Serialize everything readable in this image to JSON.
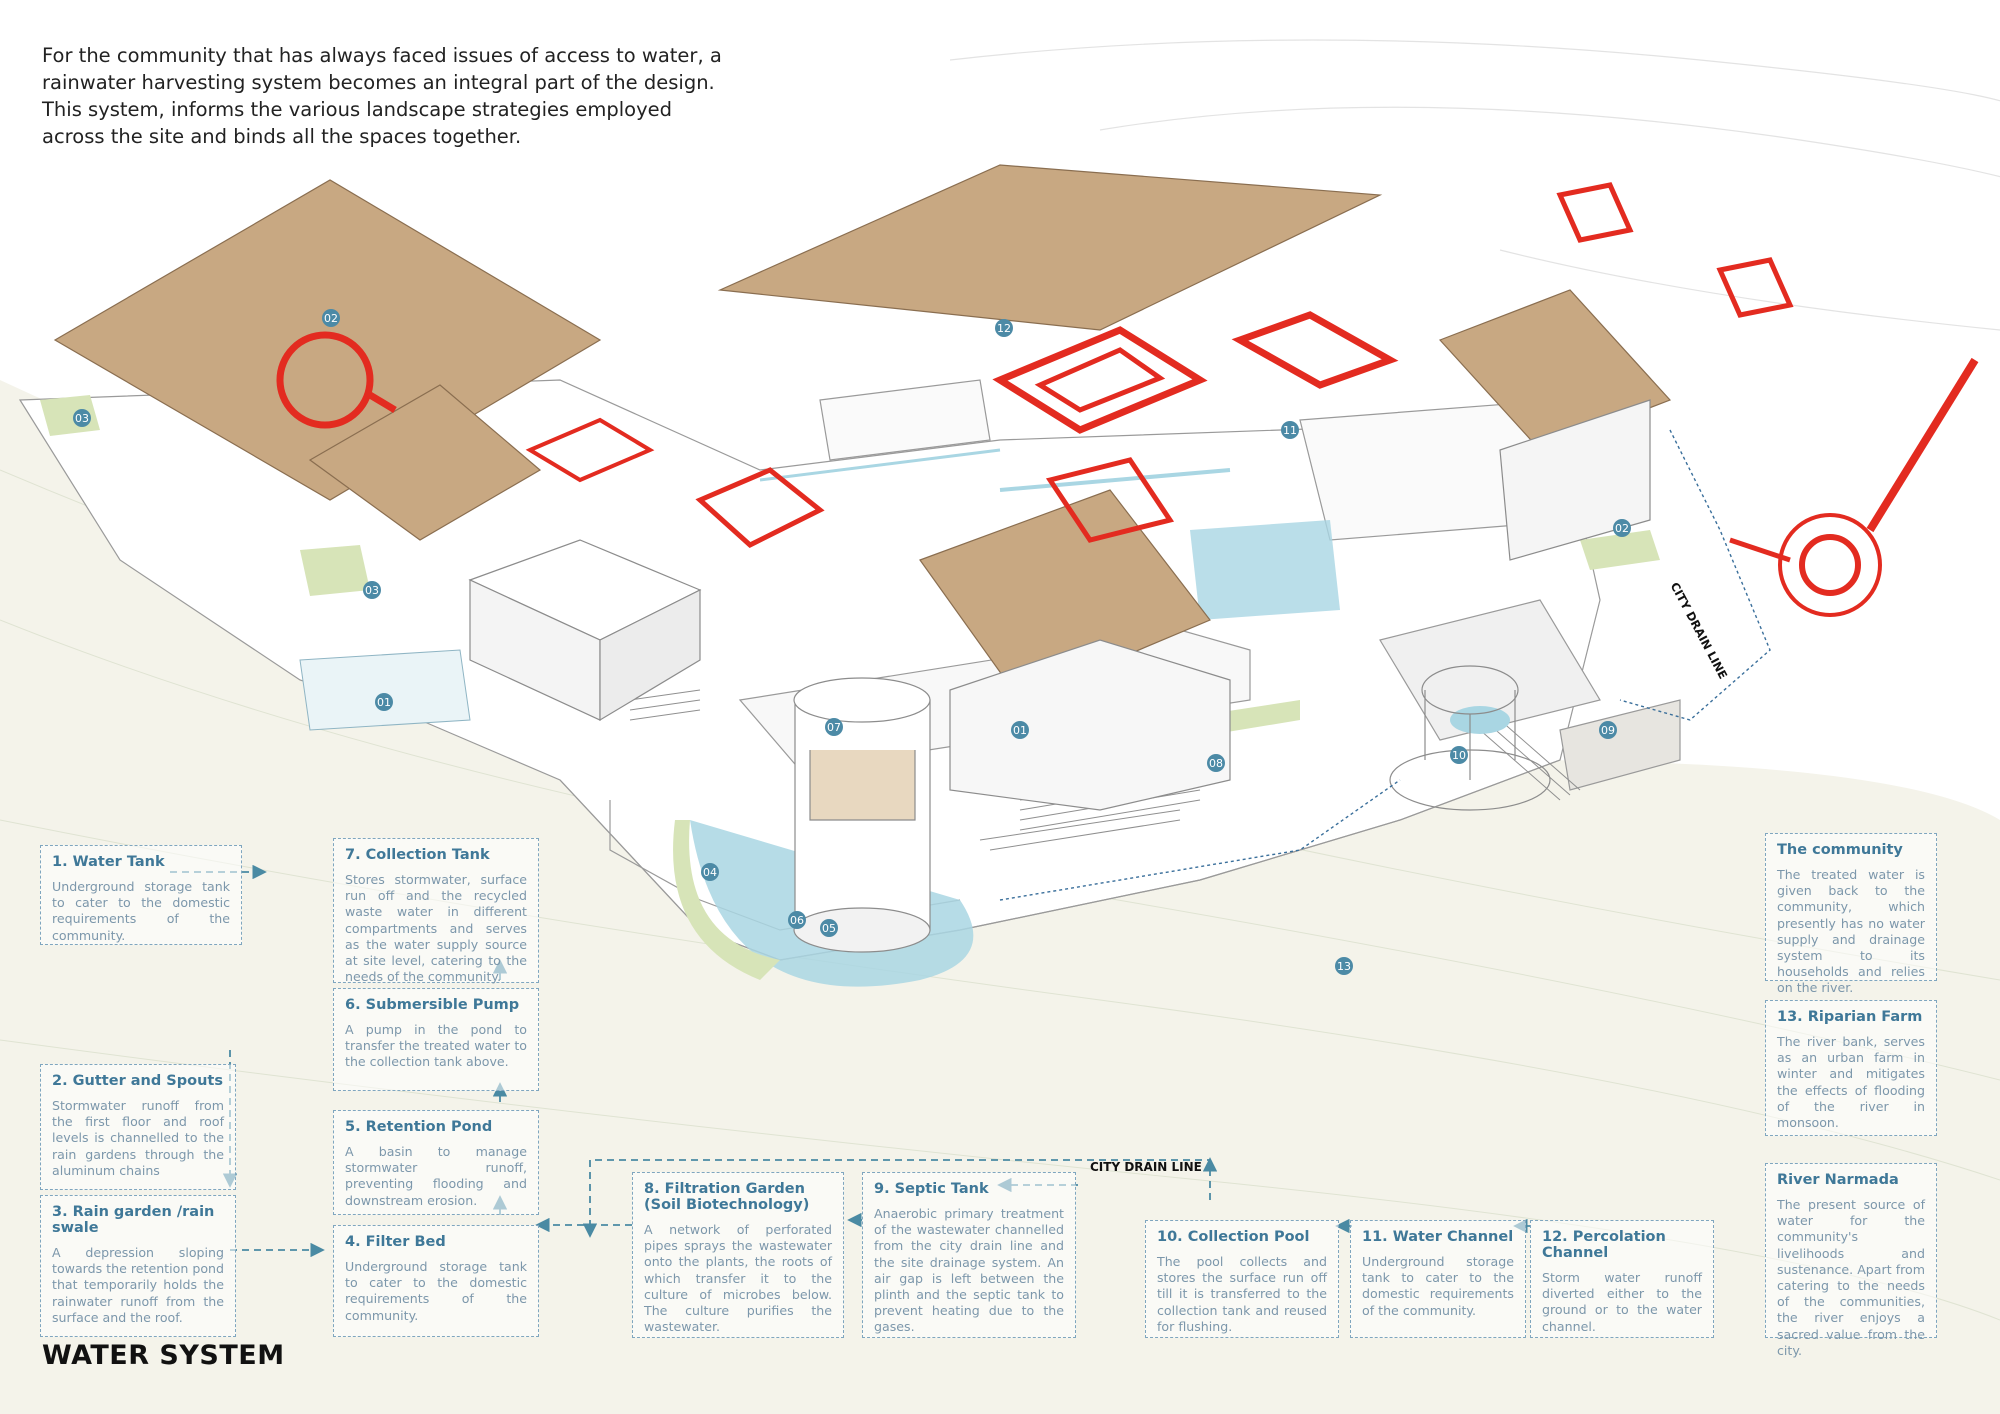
{
  "intro": [
    "For the community that has always faced issues of access to water, a",
    "rainwater harvesting system becomes an integral part of the design.",
    "This system, informs the various landscape strategies employed",
    "across the site and binds all the spaces together."
  ],
  "title": "WATER SYSTEM",
  "drain_label": "CITY DRAIN LINE",
  "markers": {
    "m02a": "02",
    "m03a": "03",
    "m03b": "03",
    "m01a": "01",
    "m12": "12",
    "m11": "11",
    "m02b": "02",
    "m07": "07",
    "m01b": "01",
    "m08": "08",
    "m10": "10",
    "m09": "09",
    "m04": "04",
    "m06": "06",
    "m05": "05",
    "m13": "13"
  },
  "boxes": {
    "water_tank": {
      "title": "1. Water Tank",
      "body": "Underground storage tank to cater to the domestic requirements of the community."
    },
    "collection_tank": {
      "title": "7. Collection Tank",
      "body": "Stores stormwater, surface run off and the recycled waste water in different compartments and serves as the water supply source at site level, catering to the needs of the community."
    },
    "submersible_pump": {
      "title": "6. Submersible Pump",
      "body": "A pump in the pond to transfer the treated water to the collection tank above."
    },
    "gutter_spouts": {
      "title": "2. Gutter and Spouts",
      "body": "Stormwater runoff from the first floor and roof levels is channelled to the rain gardens through the aluminum chains"
    },
    "retention_pond": {
      "title": "5. Retention Pond",
      "body": "A basin to manage stormwater runoff, preventing flooding and downstream erosion."
    },
    "rain_garden": {
      "title": "3. Rain garden /rain swale",
      "body": "A depression sloping towards the retention pond that temporarily holds the rainwater runoff from the surface and the roof."
    },
    "filter_bed": {
      "title": "4. Filter Bed",
      "body": "Underground storage tank to cater to the domestic requirements of the community."
    },
    "filtration_garden": {
      "title": "8. Filtration Garden (Soil Biotechnology)",
      "body": "A network of perforated pipes sprays the wastewater onto the plants, the roots of which transfer it to the culture of microbes below. The culture purifies the wastewater."
    },
    "septic_tank": {
      "title": "9. Septic Tank",
      "body": "Anaerobic primary treatment of the wastewater channelled from the city drain line and the site drainage system. An air gap is left between the plinth and the septic tank to prevent heating due to the gases."
    },
    "collection_pool": {
      "title": "10. Collection Pool",
      "body": "The pool collects and stores the surface run off till it is transferred to the collection tank and reused for flushing."
    },
    "water_channel": {
      "title": "11. Water Channel",
      "body": "Underground storage tank to cater to the domestic requirements of the community."
    },
    "percolation_channel": {
      "title": "12. Percolation Channel",
      "body": "Storm water runoff diverted either to the ground or to the water channel."
    },
    "community": {
      "title": "The community",
      "body": "The treated water is given back to the community, which presently has no water supply and drainage system to its households and relies on the river."
    },
    "riparian_farm": {
      "title": "13. Riparian Farm",
      "body": "The river bank, serves as an urban farm in winter and mitigates the effects of flooding of the river in monsoon."
    },
    "river_narmada": {
      "title": "River Narmada",
      "body": "The present source of water for the community's livelihoods and sustenance. Apart from catering to the needs of the communities, the river enjoys a sacred value from the city."
    }
  },
  "colors": {
    "roof": "#c8a882",
    "red": "#e32b20",
    "water": "#a9d6e3",
    "marker": "#4c8aa6",
    "dashed": "#4a8aa3",
    "label_title": "#3f7898",
    "label_body": "#7c97ab"
  }
}
